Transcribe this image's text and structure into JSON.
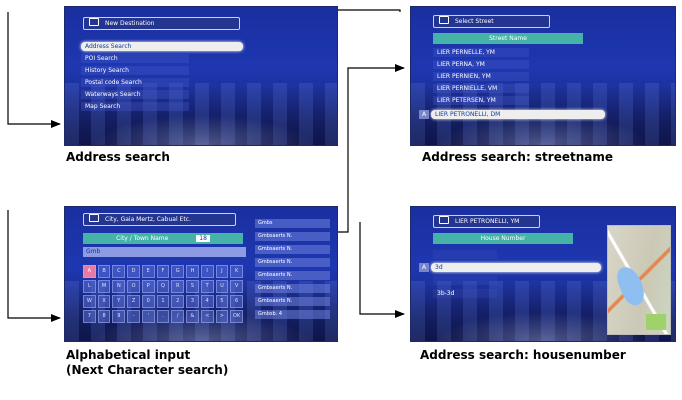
{
  "captions": {
    "address_search": "Address search",
    "streetname": "Address search: streetname",
    "alphabetical_line1": "Alphabetical input",
    "alphabetical_line2": "(Next Character search)",
    "housenumber": "Address search: housenumber"
  },
  "screen_address_search": {
    "title": "New Destination",
    "menu": [
      {
        "label": "Address Search",
        "selected": true
      },
      {
        "label": "POI Search",
        "selected": false
      },
      {
        "label": "History Search",
        "selected": false
      },
      {
        "label": "Postal code Search",
        "selected": false
      },
      {
        "label": "Waterways Search",
        "selected": false
      },
      {
        "label": "Map Search",
        "selected": false
      }
    ]
  },
  "screen_streetname": {
    "title": "Select Street",
    "header": "Street Name",
    "tab": "A",
    "items": [
      {
        "label": "LIER PERNELLE, YM",
        "selected": false
      },
      {
        "label": "LIER PERNA, YM",
        "selected": false
      },
      {
        "label": "LIER PERNIEN, YM",
        "selected": false
      },
      {
        "label": "LIER PERNIELLE, VM",
        "selected": false
      },
      {
        "label": "LIER PETERSEN, YM",
        "selected": false
      },
      {
        "label": "LIER PETRONELLI, DM",
        "selected": true
      }
    ]
  },
  "screen_alphabetical": {
    "title": "City, Gaia Mertz, Cabual Etc.",
    "header": "City / Town Name",
    "header_count": "18",
    "input_text": "Gmb",
    "keys": [
      "A",
      "B",
      "C",
      "D",
      "E",
      "F",
      "G",
      "H",
      "I",
      "J",
      "K",
      "L",
      "M",
      "N",
      "O",
      "P",
      "Q",
      "R",
      "S",
      "T",
      "U",
      "V",
      "W",
      "X",
      "Y",
      "Z",
      "0",
      "1",
      "2",
      "3",
      "4",
      "5",
      "6",
      "7",
      "8",
      "9",
      "-",
      "'",
      ".",
      "/",
      "&",
      "<",
      ">",
      "OK"
    ],
    "active_key": "A",
    "candidates": [
      "Gmbs",
      "Gmbsaerts N.",
      "Gmbsaerts N.",
      "Gmbsaerts N.",
      "Gmbsaerts N.",
      "Gmbsaerts N.",
      "Gmbsaerts N.",
      "Gmbsb. 4"
    ]
  },
  "screen_housenumber": {
    "title": "LIER PETRONELLI, YM",
    "header": "House Number",
    "tab": "A",
    "items": [
      {
        "label": "",
        "selected": false
      },
      {
        "label": "3d",
        "selected": true
      },
      {
        "label": "",
        "selected": false
      },
      {
        "label": "3b-3d",
        "selected": false
      }
    ]
  }
}
